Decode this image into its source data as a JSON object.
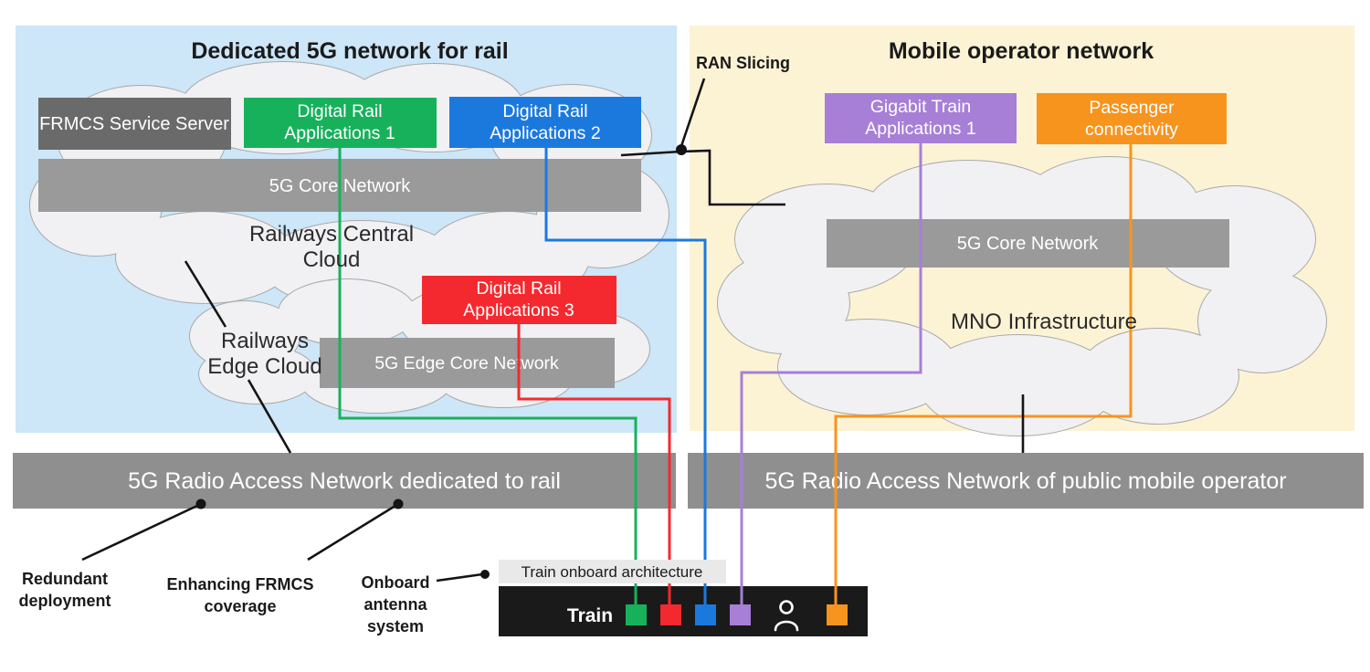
{
  "colors": {
    "panel_blue": "#cde6f8",
    "panel_cream": "#fcf3d5",
    "cloud_fill": "#f1f1f4",
    "cloud_stroke": "#a9a9a9",
    "dark_gray_box": "#6a6a6a",
    "core_gray": "#9a9a9a",
    "ran_gray": "#8f8f8f",
    "green": "#17b15c",
    "blue": "#1b79de",
    "red": "#f4292f",
    "purple": "#a77fd6",
    "orange": "#f7941e",
    "black_line": "#141414",
    "train_black": "#1a1a1a",
    "train_label_bg": "#e9e9e9",
    "white": "#ffffff"
  },
  "left": {
    "title": "Dedicated 5G network for rail",
    "frmcs": "FRMCS Service Server",
    "app1": [
      "Digital Rail",
      "Applications 1"
    ],
    "app2": [
      "Digital Rail",
      "Applications 2"
    ],
    "app3": [
      "Digital Rail",
      "Applications 3"
    ],
    "core": "5G Core Network",
    "edge_core": "5G Edge Core Network",
    "central_cloud": [
      "Railways Central",
      "Cloud"
    ],
    "edge_cloud": [
      "Railways",
      "Edge Cloud"
    ],
    "ran": "5G Radio Access Network dedicated to rail"
  },
  "right": {
    "title": "Mobile operator network",
    "gigabit": [
      "Gigabit Train",
      "Applications 1"
    ],
    "passenger": [
      "Passenger",
      "connectivity"
    ],
    "core": "5G Core Network",
    "cloud": "MNO Infrastructure",
    "ran": "5G Radio Access Network of public mobile operator"
  },
  "labels": {
    "ran_slicing": "RAN Slicing",
    "redundant": [
      "Redundant",
      "deployment"
    ],
    "enhancing": [
      "Enhancing FRMCS",
      "coverage"
    ],
    "onboard": [
      "Onboard",
      "antenna",
      "system"
    ],
    "train_onboard": "Train onboard architecture",
    "train": "Train"
  }
}
